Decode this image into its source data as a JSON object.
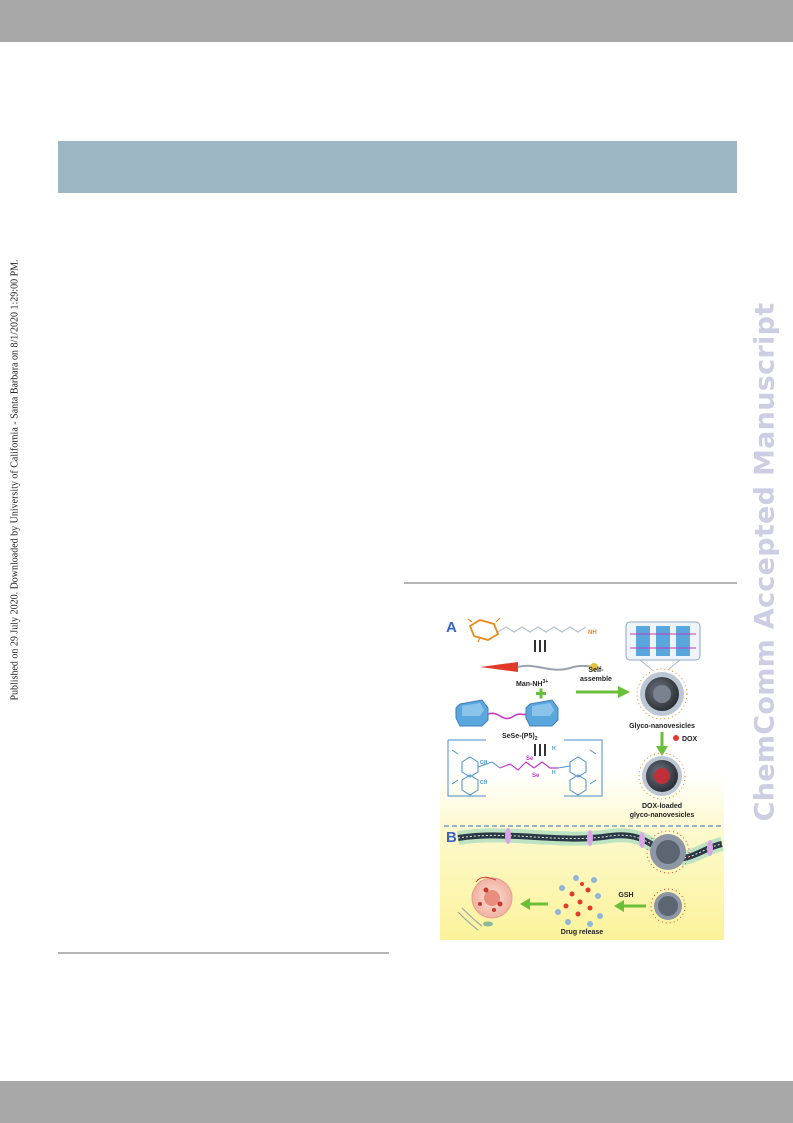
{
  "sidebar": {
    "publication_note": "Published on 29 July 2020. Downloaded by University of California - Santa Barbara on 8/1/2020 1:29:00 PM."
  },
  "watermark": {
    "text": "ChemComm Accepted Manuscript"
  },
  "figure": {
    "panel_a": "A",
    "panel_b": "B",
    "man_label": "Man-NH",
    "man_sup": "3",
    "man_sup_sign": "+",
    "sese_label": "SeSe-(P5)",
    "sese_sub": "2",
    "self_assemble_1": "Self-",
    "self_assemble_2": "assemble",
    "glyco_label": "Glyco-nanovesicles",
    "dox_label": "DOX",
    "dox_loaded_1": "DOX-loaded",
    "dox_loaded_2": "glyco-nanovesicles",
    "gsh_label": "GSH",
    "drug_release": "Drug release",
    "nh3_label": "NH",
    "se_1": "Se",
    "se_2": "Se",
    "ch3_1": "CH",
    "ch3_2": "H",
    "ch3_3": "H",
    "ch3_4": "CH",
    "colors": {
      "panel_letter": "#3a66c0",
      "arrow_green": "#6abf3a",
      "host_blue": "#4a8fd0",
      "guest_orange": "#e88a1a",
      "selenium_pink": "#c13ac0",
      "dox_red": "#e23a2a",
      "cell_bg": "#fbf6b0"
    }
  }
}
